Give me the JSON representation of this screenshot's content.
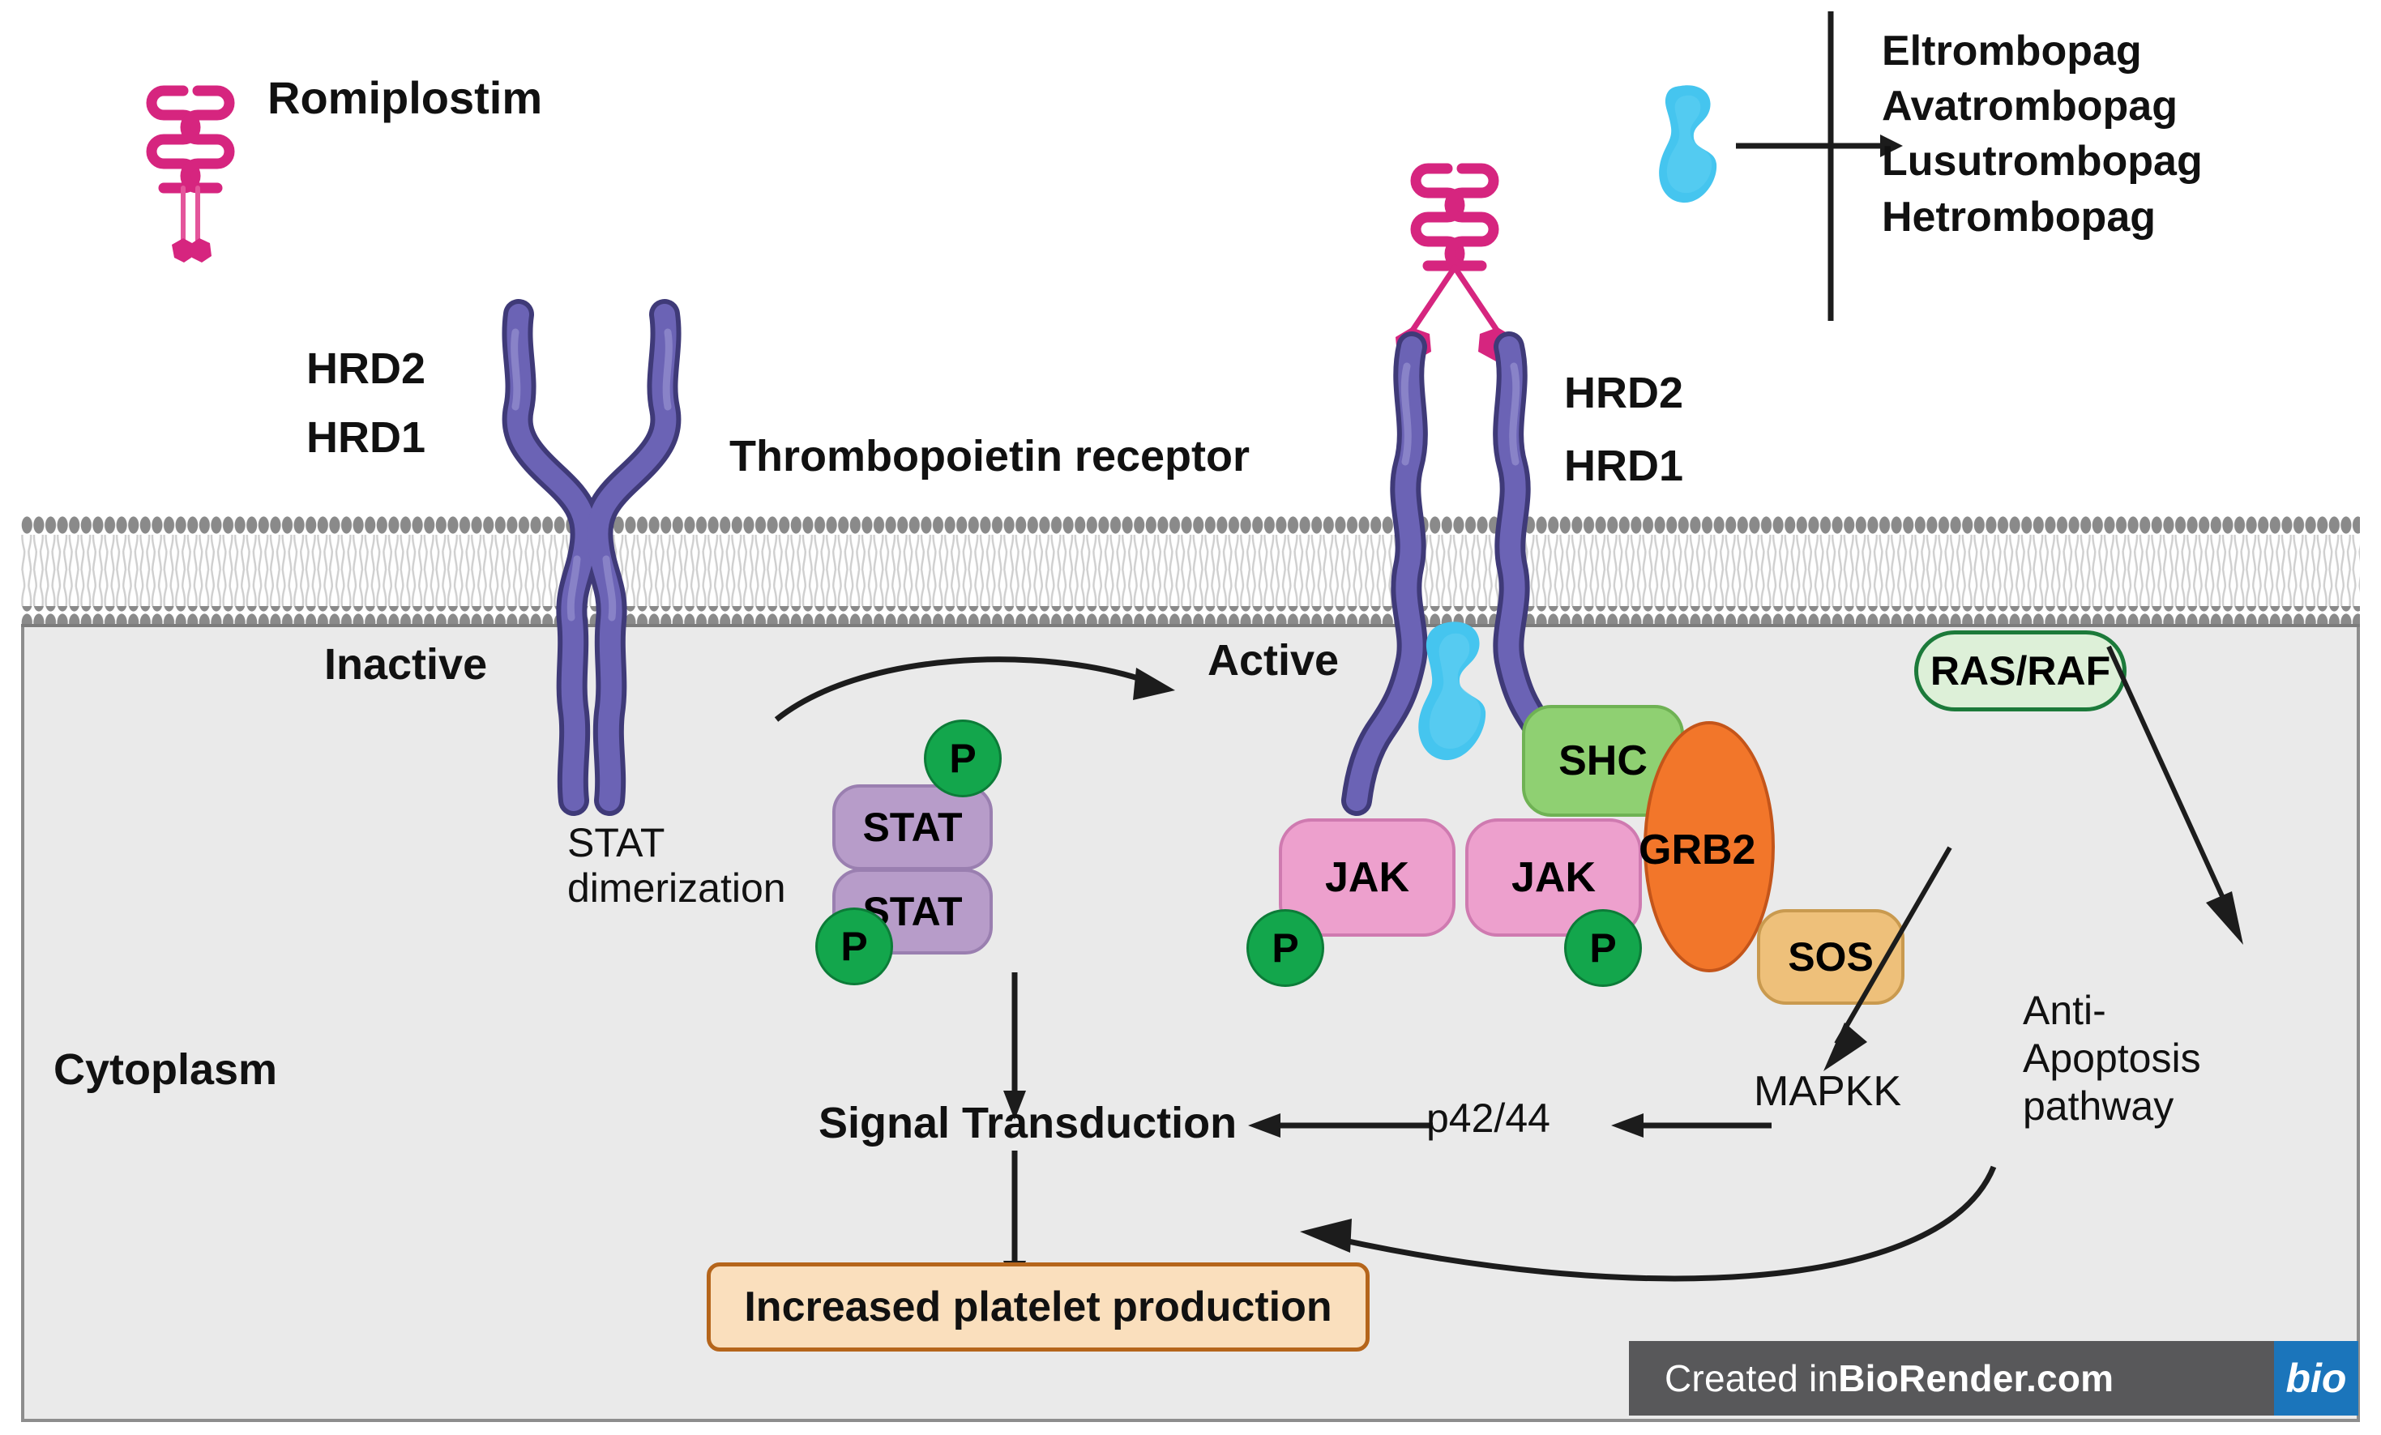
{
  "diagram": {
    "title_elements": {
      "romiplostim_label": "Romiplostim",
      "thrombopoietin_receptor_label": "Thrombopoietin receptor",
      "inactive_label": "Inactive",
      "active_label": "Active",
      "cytoplasm_label": "Cytoplasm",
      "stat_dimerization_label": "STAT\ndimerization"
    },
    "drug_list": {
      "items": [
        "Eltrombopag",
        "Avatrombopag",
        "Lusutrombopag",
        "Hetrombopag"
      ]
    },
    "receptor_domains": {
      "inactive": {
        "hrd2": "HRD2",
        "hrd1": "HRD1"
      },
      "active": {
        "hrd2": "HRD2",
        "hrd1": "HRD1"
      }
    },
    "proteins": {
      "jak_left": "JAK",
      "jak_right": "JAK",
      "shc": "SHC",
      "grb2": "GRB2",
      "sos": "SOS",
      "stat_top": "STAT",
      "stat_bottom": "STAT",
      "ras_raf": "RAS/RAF"
    },
    "phosphate_badges": {
      "stat_top_p": "P",
      "stat_bottom_p": "P",
      "jak_left_p": "P",
      "jak_right_p": "P"
    },
    "pathway_nodes": {
      "mapkk": "MAPKK",
      "p42_44": "p42/44",
      "anti_apoptosis": "Anti-\nApoptosis\npathway",
      "signal_transduction": "Signal Transduction",
      "increased_platelet_production": "Increased platelet production"
    },
    "watermark": {
      "prefix": "Created in ",
      "brand": "BioRender.com",
      "logo": "bio"
    },
    "colors": {
      "receptor_purple": "#6b63b5",
      "receptor_purple_dark": "#3f3a78",
      "romiplostim_pink": "#d6257f",
      "tpo_ra_blue": "#45c5ef",
      "jak_pink": "#eda0cd",
      "jak_pink_dark": "#cf7ab0",
      "stat_purple": "#b79cc9",
      "stat_purple_dark": "#9a7fb0",
      "shc_green": "#8fd072",
      "shc_green_dark": "#6fb254",
      "grb2_orange": "#f2762a",
      "grb2_orange_dark": "#c4551a",
      "sos_tan": "#eec07a",
      "sos_tan_dark": "#c99a4f",
      "phosphate_green": "#13a64c",
      "ras_raf_fill": "#ddf0d8",
      "ras_raf_border": "#1c7a3a",
      "platelet_box_fill": "#fadfbd",
      "platelet_box_border": "#b5651b",
      "cytoplasm_bg": "#eaeaea",
      "membrane_head_gray": "#8a8a8a",
      "watermark_bar": "#58585a",
      "watermark_logo": "#1b75bb"
    }
  }
}
